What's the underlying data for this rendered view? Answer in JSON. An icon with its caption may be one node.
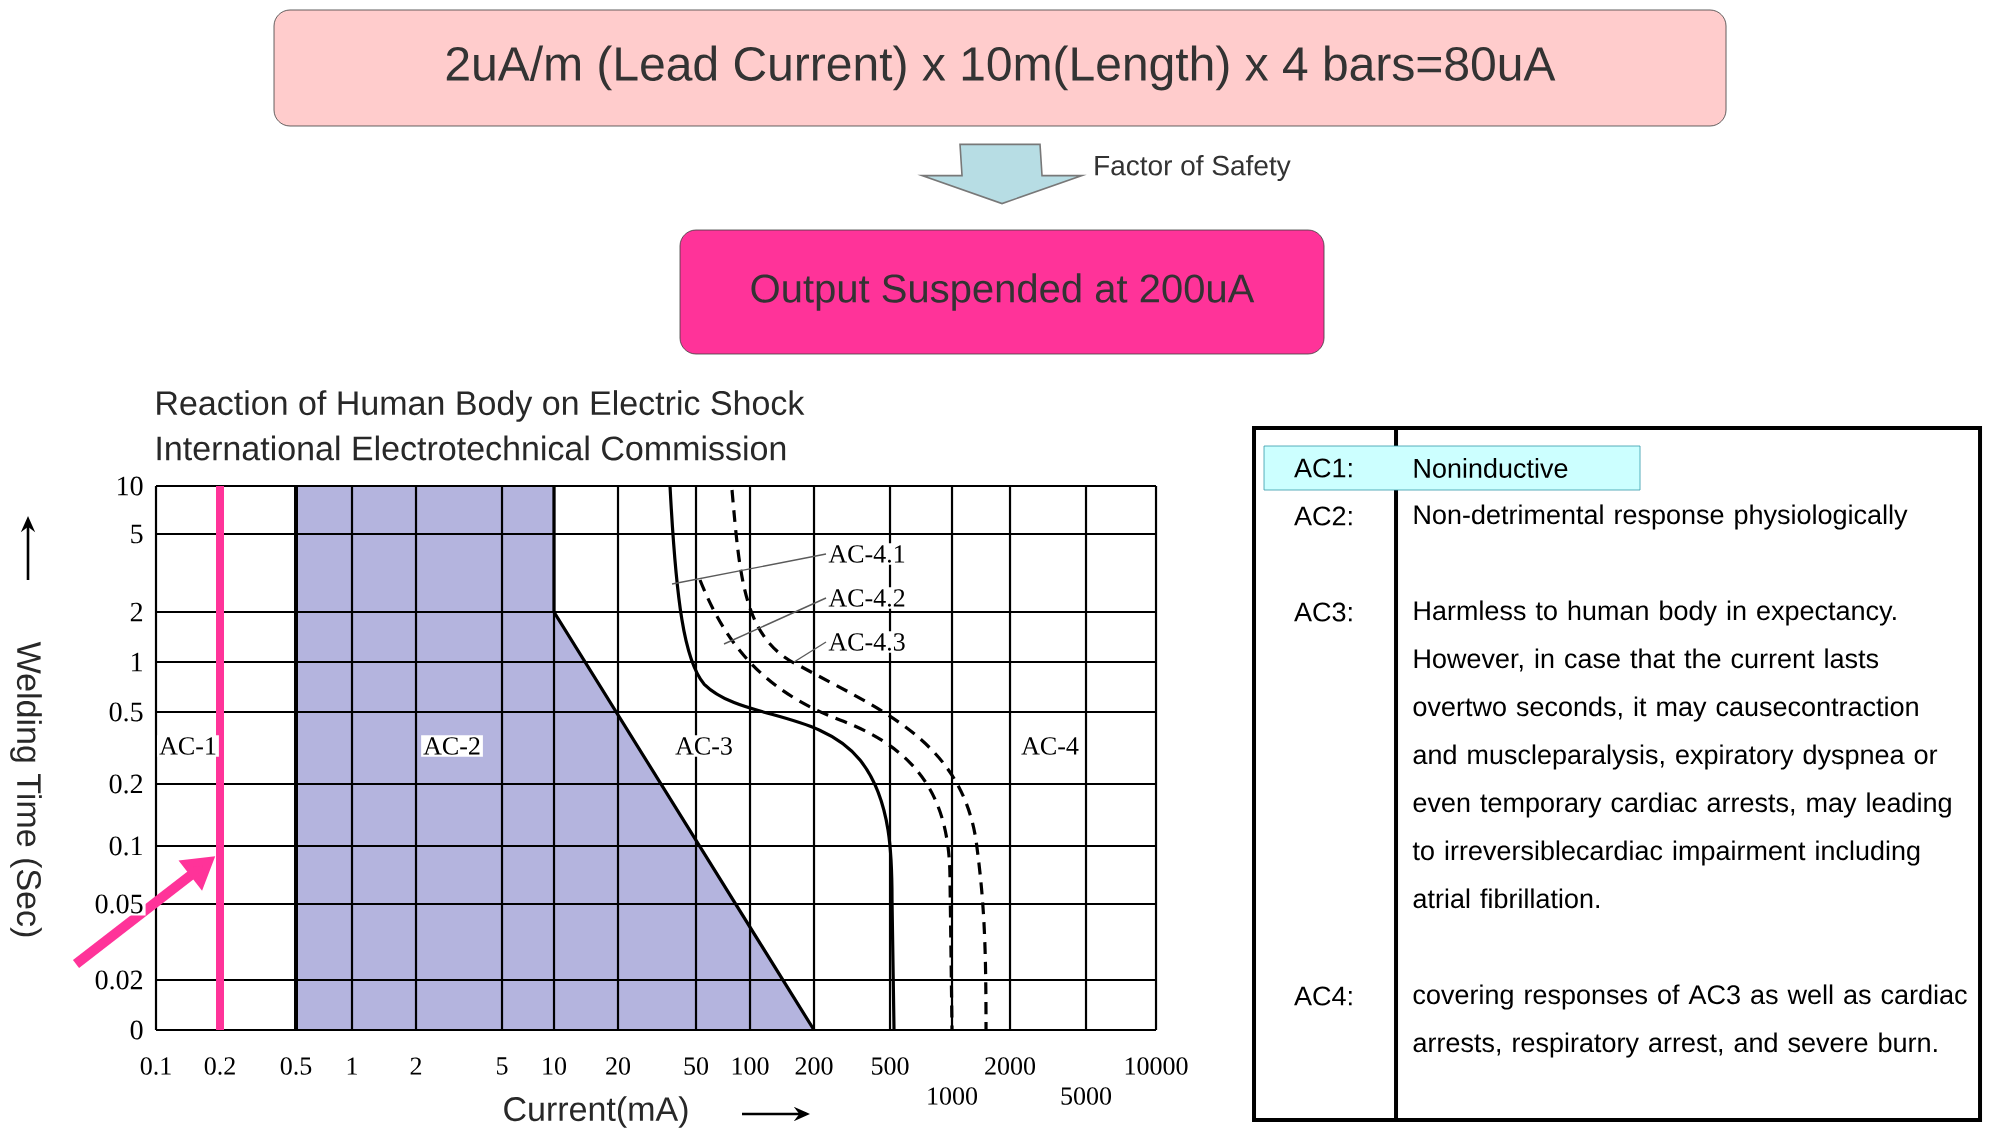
{
  "diagram": {
    "nodes": [
      {
        "text": [
          "2uA/m (Lead Current) x 10m(Length) x 4 bars=80uA"
        ]
      },
      {
        "text": [
          "Output Suspended at 200uA"
        ]
      },
      {
        "text": [
          "AC-4.1"
        ]
      },
      {
        "text": [
          "AC-4.2"
        ]
      },
      {
        "text": [
          "AC-4.3"
        ]
      },
      {
        "text": [],
        "shape": "line"
      }
    ],
    "edges": [
      {
        "from": 0,
        "to": 1,
        "arrow": "to",
        "label": "Factor of Safety"
      },
      {
        "from": 2,
        "to": null,
        "arrow": "none"
      },
      {
        "from": 3,
        "to": null,
        "arrow": "none"
      },
      {
        "from": 4,
        "to": null,
        "arrow": "none"
      },
      {
        "from": null,
        "to": 5,
        "arrow": "to",
        "style": "thick",
        "color": "#ff3399"
      }
    ],
    "labels": [
      "Reaction of Human Body on Electric Shock",
      "International Electrotechnical Commission",
      "10",
      "5",
      "2",
      "1",
      "0.5",
      "0.2",
      "0.1",
      "0.05",
      "0.02",
      "0",
      "AC-1",
      "AC-2",
      "AC-3",
      "AC-4",
      "0.1",
      "0.2",
      "0.5",
      "1",
      "2",
      "5",
      "10",
      "20",
      "50",
      "100",
      "200",
      "500",
      "2000",
      "10000",
      "1000",
      "5000",
      "Current(mA)",
      "Welding Time (Sec)",
      "AC1:",
      "Noninductive",
      "AC2:",
      "Non-detrimental response physiologically",
      "AC3:",
      "Harmless to human body in expectancy. However, in case that the current lasts overtwo seconds, it may causecontraction and muscleparalysis, expiratory dyspnea or even temporary cardiac arrests, may leading to irreversiblecardiac impairment including atrial fibrillation.",
      "AC4:",
      "covering responses of AC3 as well as cardiac arrests, respiratory arrest, and severe burn."
    ]
  }
}
